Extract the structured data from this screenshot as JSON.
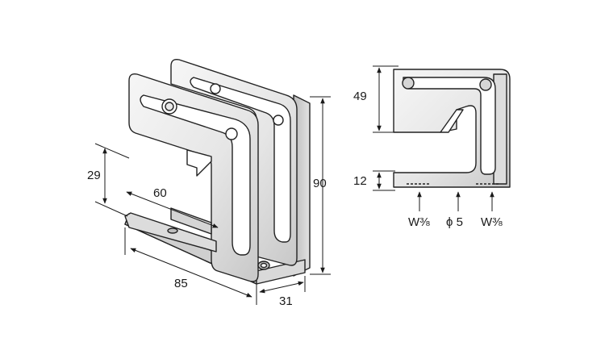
{
  "isometric_view": {
    "dimensions": {
      "height": "90",
      "width": "85",
      "depth": "31",
      "opening_height": "29",
      "inner_depth": "60"
    }
  },
  "side_view": {
    "dimensions": {
      "top": "49",
      "bottom": "12"
    },
    "callouts": {
      "left_thread": "W⅜",
      "hole": "ϕ 5",
      "right_thread": "W⅜"
    }
  }
}
